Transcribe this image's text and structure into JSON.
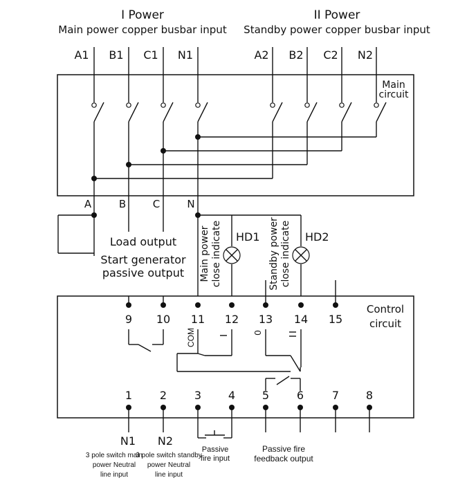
{
  "source_1": {
    "title": "I Power",
    "subtitle": "Main power copper busbar input"
  },
  "source_2": {
    "title": "II Power",
    "subtitle": "Standby power copper busbar input"
  },
  "terminals_main": [
    "A1",
    "B1",
    "C1",
    "N1"
  ],
  "terminals_standby": [
    "A2",
    "B2",
    "C2",
    "N2"
  ],
  "main_circuit_label": [
    "Main",
    "circuit"
  ],
  "load_terminals": [
    "A",
    "B",
    "C",
    "N"
  ],
  "load_output": "Load output",
  "start_generator": [
    "Start generator",
    "passive output"
  ],
  "indicator_1": {
    "name": "HD1",
    "caption": [
      "Main power",
      "close indicate"
    ]
  },
  "indicator_2": {
    "name": "HD2",
    "caption": [
      "Standby power",
      "close indicate"
    ]
  },
  "control_circuit_label": [
    "Control",
    "circuit"
  ],
  "top_terminals": [
    "9",
    "10",
    "11",
    "12",
    "13",
    "14",
    "15"
  ],
  "bottom_terminals": [
    "1",
    "2",
    "3",
    "4",
    "5",
    "6",
    "7",
    "8"
  ],
  "internal_marks": {
    "com": "COM",
    "one": "I",
    "zero": "0",
    "two": "II"
  },
  "bottom_labels": {
    "n1": "N1",
    "n2": "N2",
    "n1_desc": [
      "3 pole switch main",
      "power Neutral",
      "line input"
    ],
    "n2_desc": [
      "3 pole switch standby",
      "power Neutral",
      "line input"
    ],
    "fire_input": [
      "Passive",
      "fire input"
    ],
    "fire_feedback": [
      "Passive fire",
      "feedback output"
    ]
  }
}
